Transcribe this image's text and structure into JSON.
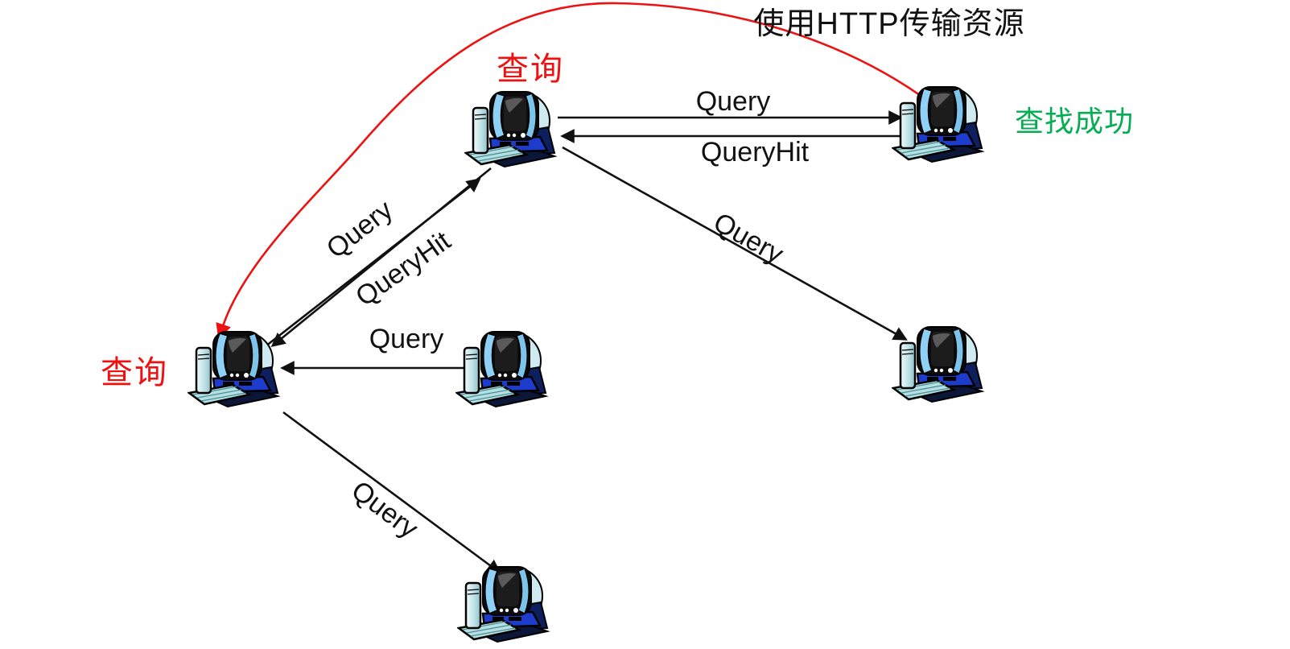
{
  "page": {
    "background": "#ffffff",
    "description_visible_texts_only": true
  },
  "colors": {
    "arrow_black": "#111111",
    "annotation_red": "#ee1111",
    "annotation_green": "#05ad52",
    "http_arrow_red": "#ee1111"
  },
  "nodes": [
    {
      "id": "node-a"
    },
    {
      "id": "node-b"
    },
    {
      "id": "node-c"
    },
    {
      "id": "node-d"
    },
    {
      "id": "node-e"
    },
    {
      "id": "node-f"
    }
  ],
  "edges": [
    {
      "id": "edge-query-b-c",
      "label": "Query"
    },
    {
      "id": "edge-queryhit-c-b",
      "label": "QueryHit"
    },
    {
      "id": "edge-query-a-b",
      "label": "Query"
    },
    {
      "id": "edge-queryhit-b-a",
      "label": "QueryHit"
    },
    {
      "id": "edge-query-d-a",
      "label": "Query"
    },
    {
      "id": "edge-query-b-e",
      "label": "Query"
    },
    {
      "id": "edge-query-a-f",
      "label": "Query"
    },
    {
      "id": "edge-http-c-a",
      "label": "使用HTTP传输资源"
    }
  ],
  "annotations": {
    "node_b_label": "查询",
    "node_a_label": "查询",
    "node_c_label": "查找成功"
  }
}
